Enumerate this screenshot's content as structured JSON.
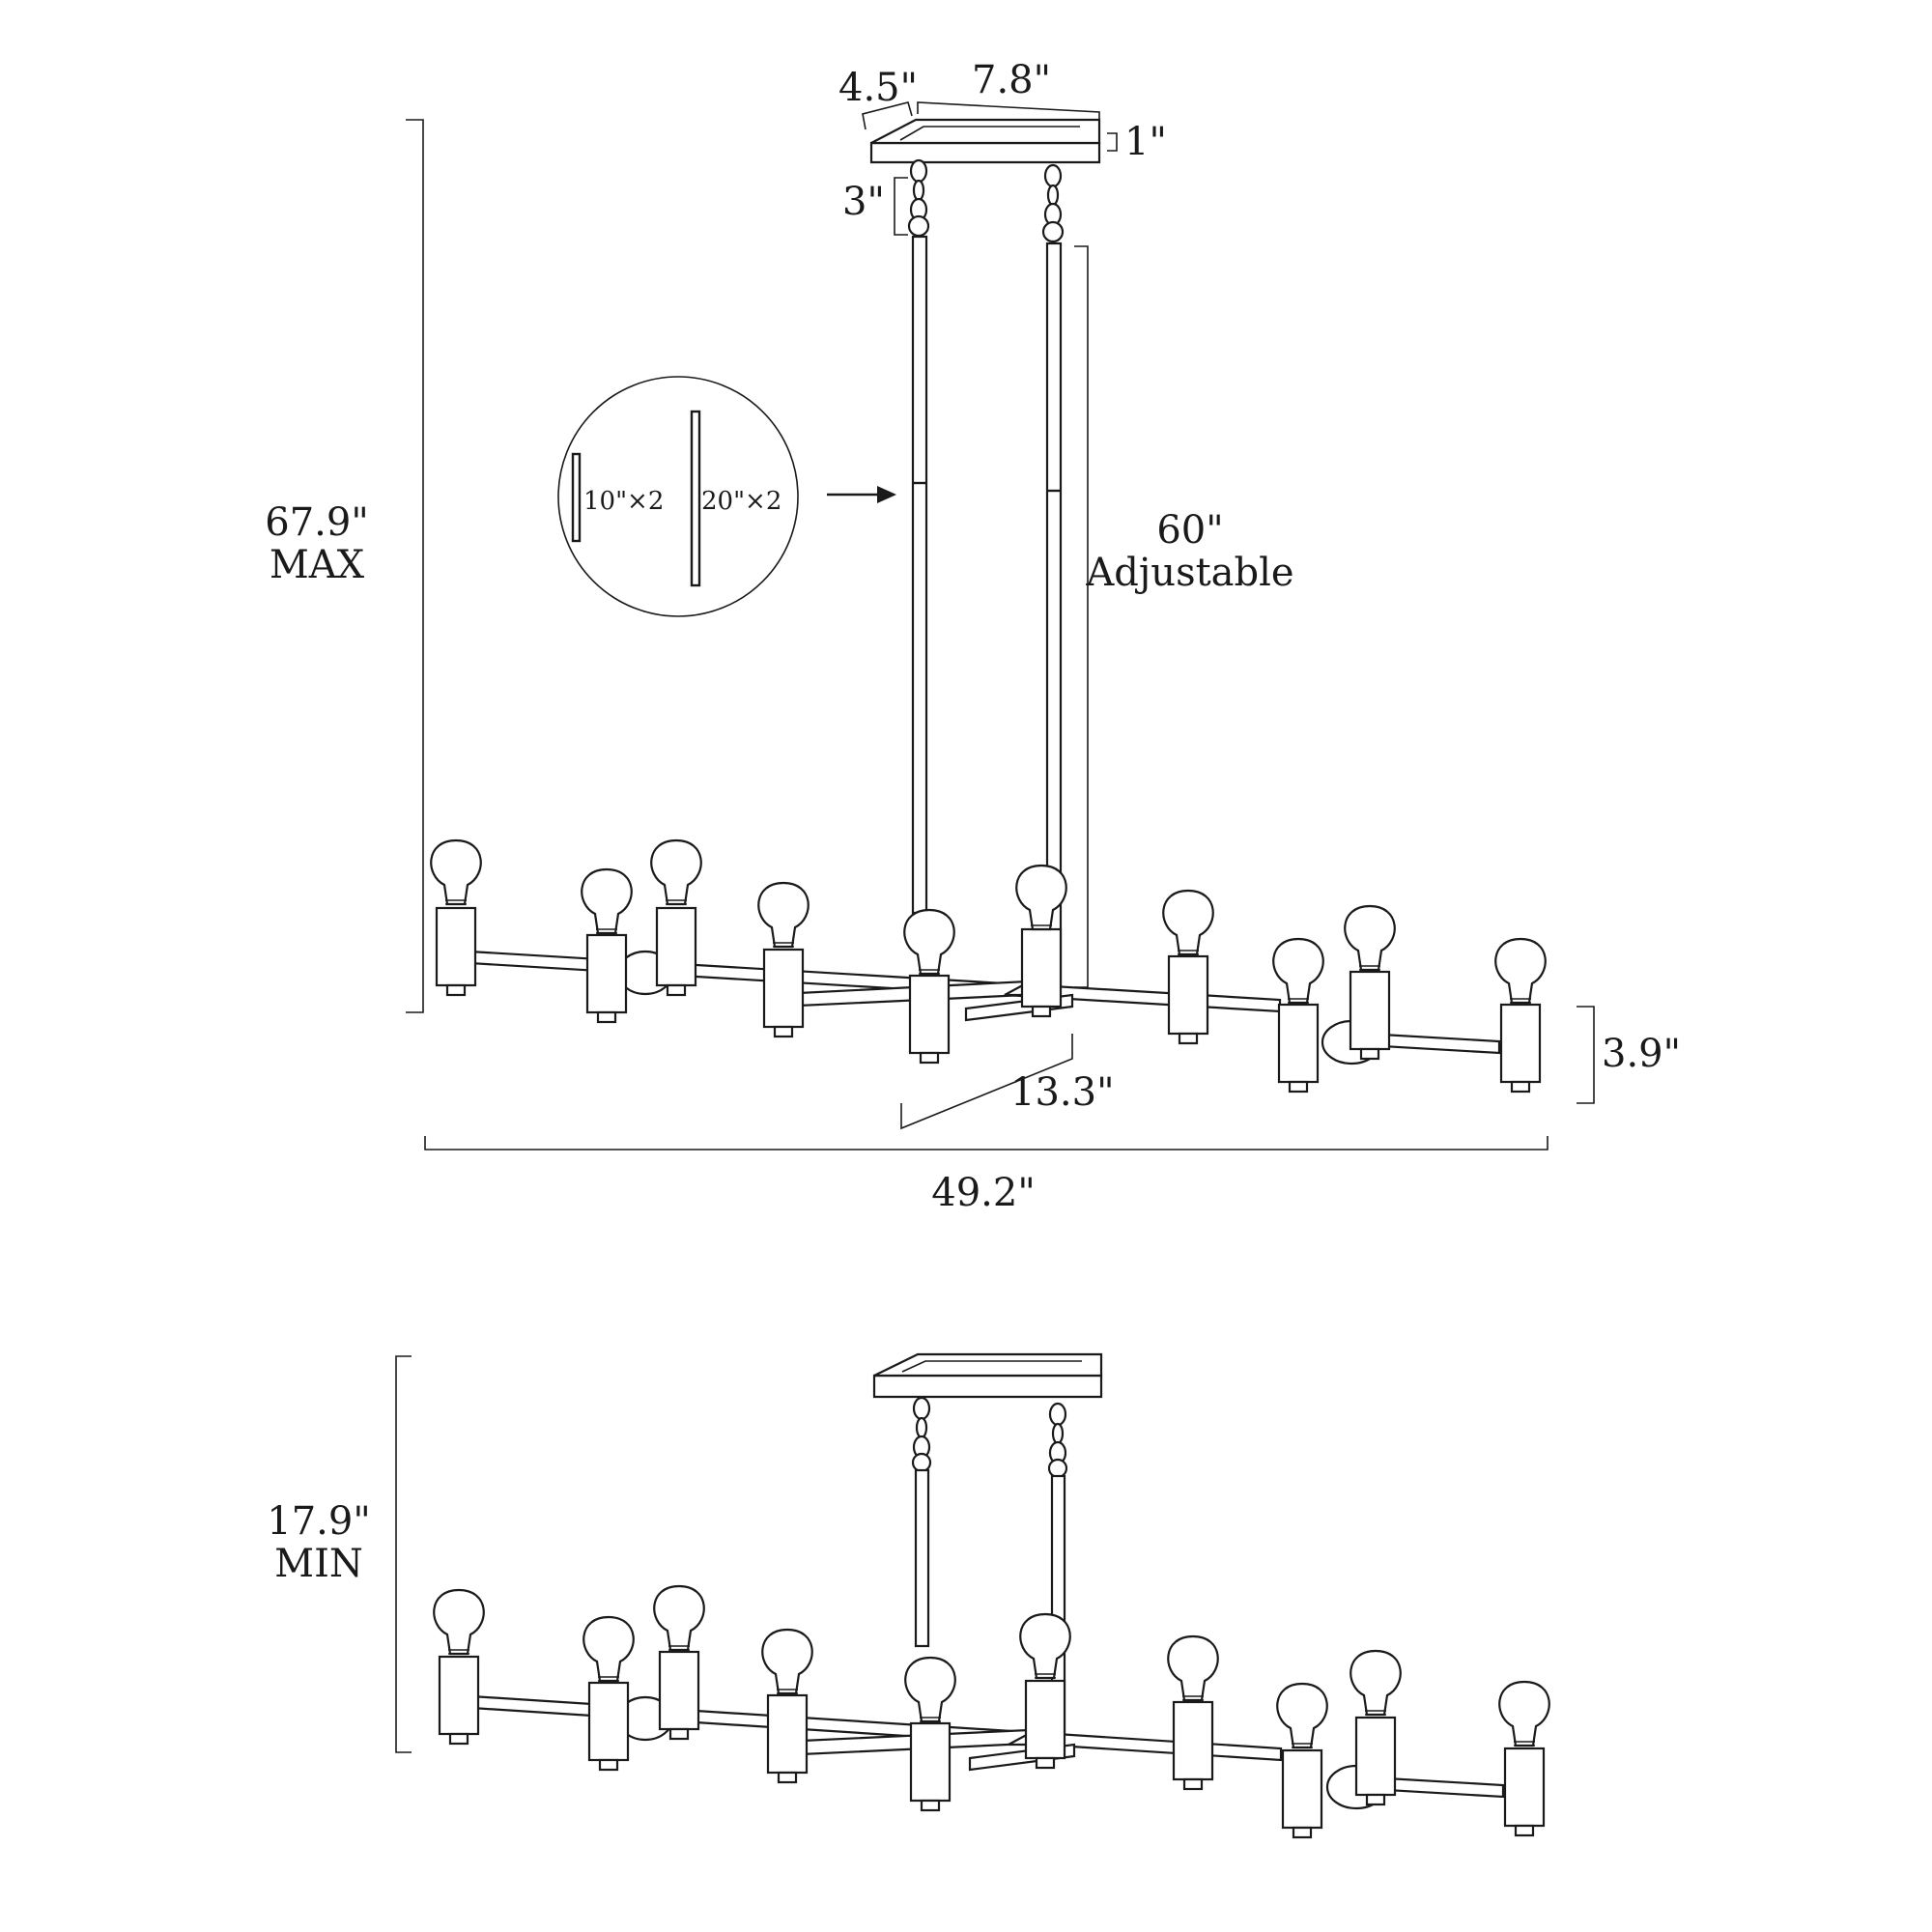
{
  "max_view": {
    "canopy_depth": "4.5\"",
    "canopy_width": "7.8\"",
    "canopy_height": "1\"",
    "chain_length": "3\"",
    "rod_adjustable_value": "60\"",
    "rod_adjustable_label": "Adjustable",
    "total_height_value": "67.9\"",
    "total_height_label": "MAX",
    "fixture_depth": "13.3\"",
    "fixture_height": "3.9\"",
    "fixture_width": "49.2\""
  },
  "rod_detail": {
    "short_rods": "10\"×2",
    "long_rods": "20\"×2"
  },
  "min_view": {
    "total_height_value": "17.9\"",
    "total_height_label": "MIN"
  }
}
